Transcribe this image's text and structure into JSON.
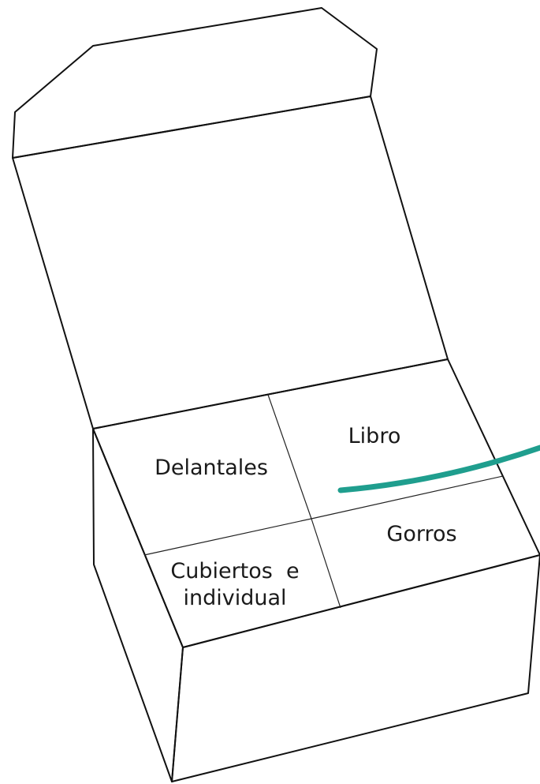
{
  "sections": {
    "delantales": "Delantales",
    "libro": "Libro",
    "gorros": "Gorros",
    "cubiertos_line1": "Cubiertos  e",
    "cubiertos_line2": "individual"
  },
  "colors": {
    "outline": "#111111",
    "accent_curve": "#1f9e8e",
    "background": "#ffffff"
  }
}
